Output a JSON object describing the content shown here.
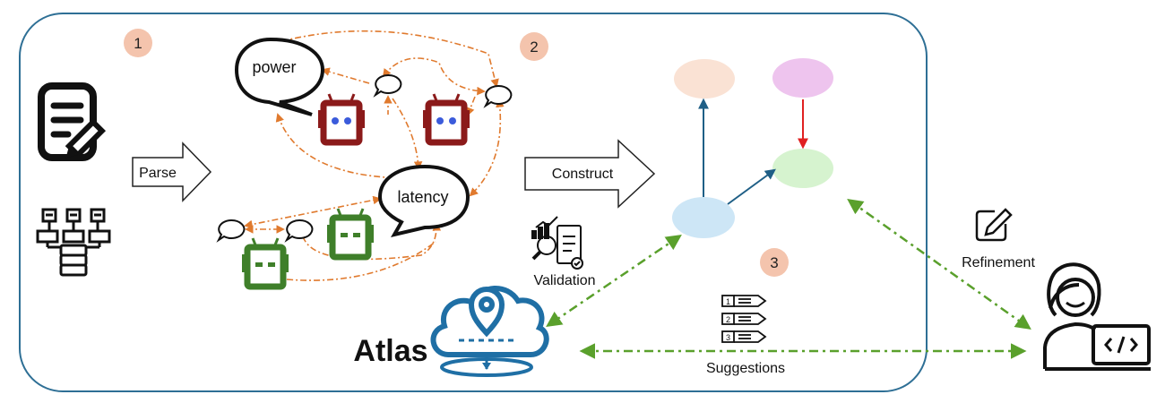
{
  "steps": {
    "one": "1",
    "two": "2",
    "three": "3"
  },
  "arrows": {
    "parse": "Parse",
    "construct": "Construct"
  },
  "bubbles": {
    "power": "power",
    "latency": "latency"
  },
  "labels": {
    "validation": "Validation",
    "refinement": "Refinement",
    "suggestions": "Suggestions",
    "atlas": "Atlas"
  },
  "suggestion_list": [
    "1",
    "2",
    "3"
  ],
  "colors": {
    "frame": "#2e6f95",
    "step_badge": "#f4c4ad",
    "agent_red": "#8b1a1a",
    "agent_green": "#3f7f2a",
    "agent_eyes": "#3b5bdb",
    "dashed_orange": "#e07a2e",
    "dashed_green": "#5aa02c",
    "graph_edge": "#1f5f86",
    "graph_edge_red": "#e02020",
    "node_peach": "#fae2d4",
    "node_pink": "#eec4ee",
    "node_green": "#d6f3cf",
    "node_blue": "#cde6f6",
    "atlas_blue": "#1f6fa5"
  },
  "icons": [
    "document-edit-icon",
    "hierarchy-database-icon",
    "robot-agent-icon",
    "speech-bubble-icon",
    "analytics-validation-icon",
    "cloud-location-icon",
    "edit-pencil-icon",
    "developer-laptop-icon",
    "numbered-list-icon"
  ]
}
